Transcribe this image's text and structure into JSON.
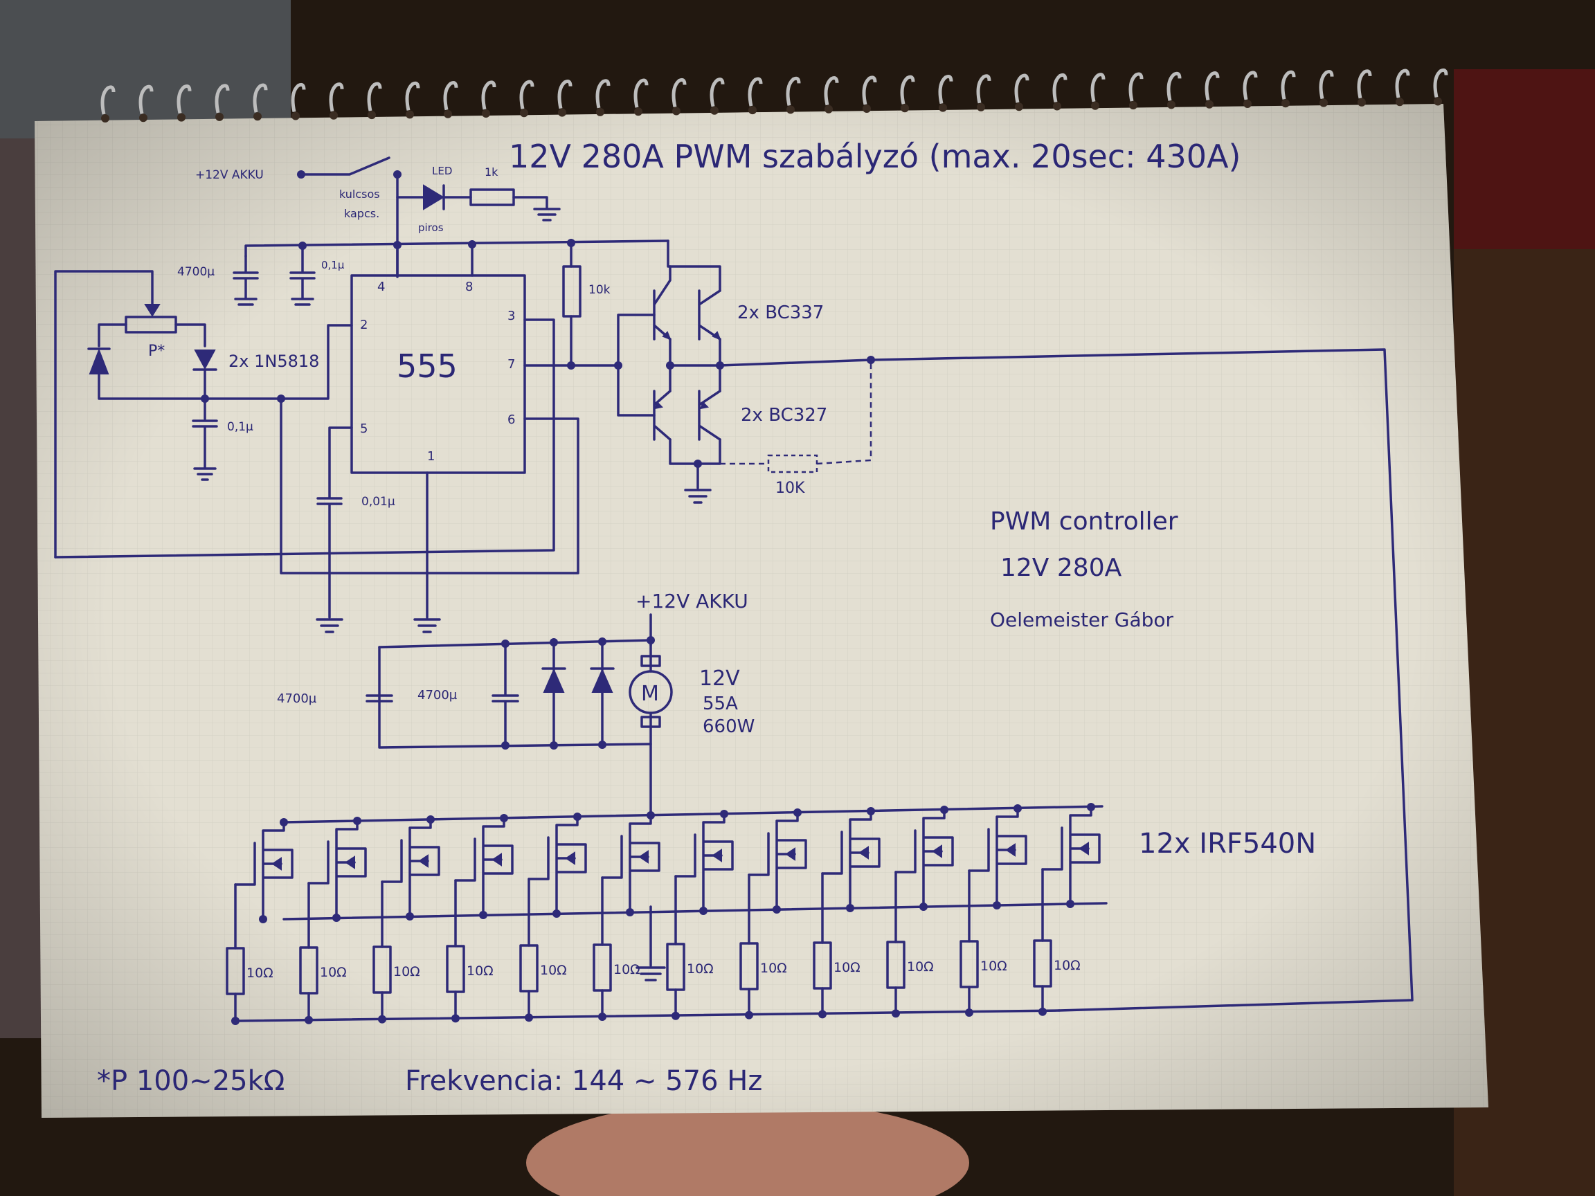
{
  "title": "12V   280A   PWM   szabályzó  (max. 20sec: 430A)",
  "supply": {
    "battery_label": "+12V AKKU",
    "switch_label_1": "kulcsos",
    "switch_label_2": "kapcs.",
    "led_resistor": "1k",
    "led_label": "LED",
    "led_color": "piros"
  },
  "timer": {
    "ic": "555",
    "pins": {
      "vcc": "4",
      "reset": "8",
      "trig": "2",
      "thr": "6",
      "out": "3",
      "out2": "7",
      "ctrl": "5",
      "gnd": "1"
    },
    "caps": {
      "bulk": "4700µ",
      "small": "0,1µ",
      "timing": "0,1µ",
      "ctrl": "0,01µ"
    },
    "diodes": "2x 1N5818",
    "pot": "P*",
    "pullup": "10k"
  },
  "driver": {
    "npn": "2x BC337",
    "pnp": "2x BC327",
    "resistor": "10K"
  },
  "notes": {
    "line1": "PWM controller",
    "line2": "12V  280A",
    "line3": "Oelemeister Gábor"
  },
  "motor": {
    "supply": "+12V AKKU",
    "cap1": "4700µ",
    "cap2": "4700µ",
    "symbol": "M",
    "spec1": "12V",
    "spec2": "55A",
    "spec3": "660W"
  },
  "mosfets": {
    "label": "12x IRF540N",
    "gate_resistor": "10Ω"
  },
  "footer": {
    "pot_note": "*P  100~25kΩ",
    "freq_note": "Frekvencia: 144 ~ 576 Hz"
  },
  "colors": {
    "ink": "#2e2a78",
    "paper": "#e3dfd2",
    "background": "#241a12"
  }
}
